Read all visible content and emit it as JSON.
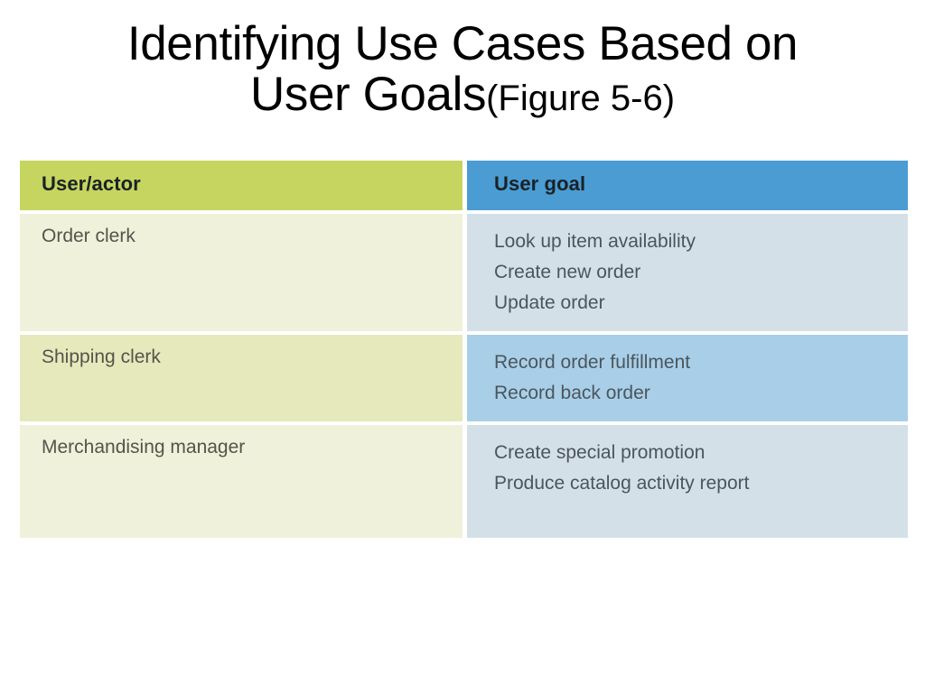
{
  "slide": {
    "title_line1": "Identifying Use Cases Based on",
    "title_line2_main": "User Goals",
    "title_line2_sub": "(Figure 5-6)"
  },
  "table": {
    "headers": {
      "actor": "User/actor",
      "goal": "User goal"
    },
    "rows": [
      {
        "actor": "Order clerk",
        "goals": [
          "Look up item availability",
          "Create new order",
          "Update order"
        ]
      },
      {
        "actor": "Shipping clerk",
        "goals": [
          "Record order fulfillment",
          "Record back order"
        ]
      },
      {
        "actor": "Merchandising manager",
        "goals": [
          "Create special promotion",
          "Produce catalog activity report"
        ]
      }
    ]
  },
  "colors": {
    "header_actor_bg": "#c5d55f",
    "header_goal_bg": "#4a9cd3",
    "row_actor_pale": "#eff1da",
    "row_actor_deep": "#e5e9bc",
    "row_goal_pale": "#d4e0e8",
    "row_goal_deep": "#a9cfe8",
    "header_text": "#1a2226",
    "body_text": "#4b555c",
    "title_text": "#000000",
    "page_bg": "#ffffff"
  }
}
